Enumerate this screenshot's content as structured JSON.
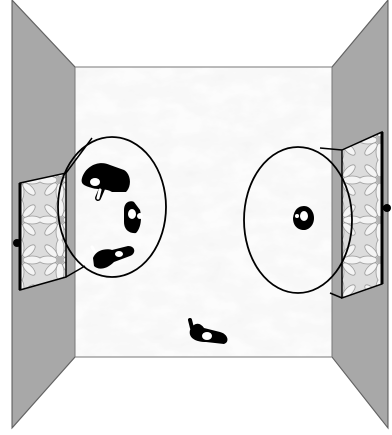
{
  "scene": {
    "colors": {
      "wall": "#a8a8a8",
      "floor_base": "#e7e7e7",
      "floor_texture": "#cfcfcf",
      "stroke": "#000000",
      "figure": "#000000",
      "figure_highlight": "#ffffff",
      "screen_fill": "#e2e2e2",
      "background": "#ffffff"
    },
    "elements": {
      "left_wall": "gray-wall",
      "right_wall": "gray-wall",
      "floor": "marble-floor",
      "left_screen": "flower-image-panel",
      "right_screen": "flower-image-panel",
      "left_projector": "projector-dot",
      "right_projector": "projector-dot",
      "left_zone": "detection-circle",
      "right_zone": "detection-circle"
    },
    "people_count": {
      "left_zone": 3,
      "right_zone": 1,
      "outside": 1
    }
  }
}
